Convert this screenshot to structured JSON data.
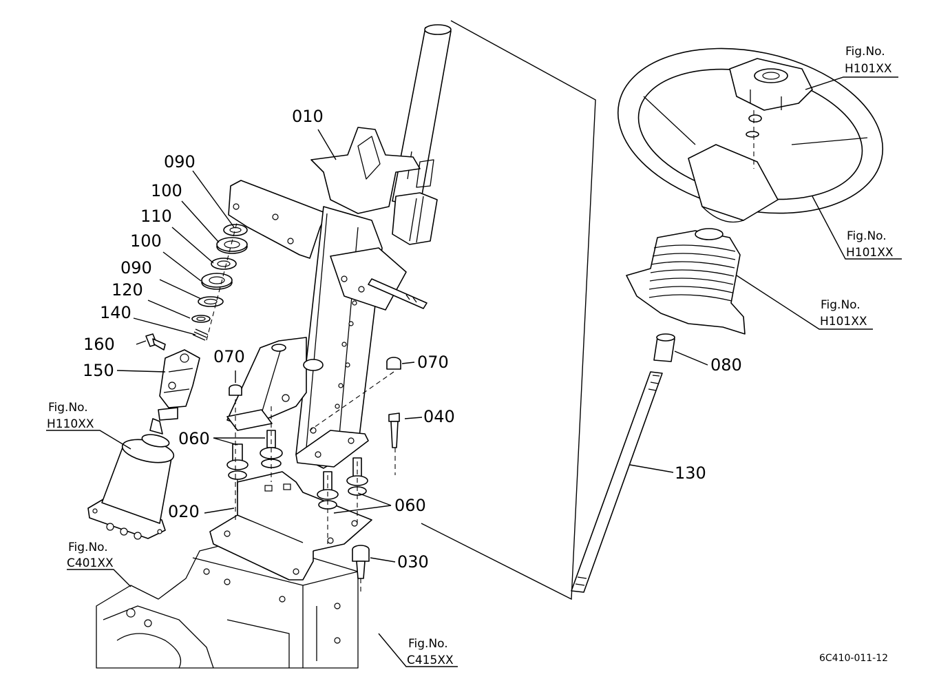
{
  "diagram": {
    "part_labels": {
      "p010": "010",
      "p090a": "090",
      "p100a": "100",
      "p110": "110",
      "p100b": "100",
      "p090b": "090",
      "p120": "120",
      "p140": "140",
      "p160": "160",
      "p150": "150",
      "p070a": "070",
      "p070b": "070",
      "p040": "040",
      "p060a": "060",
      "p060b": "060",
      "p020": "020",
      "p030": "030",
      "p080": "080",
      "p130": "130"
    },
    "figure_refs": {
      "fig_h110": {
        "title": "Fig.No.",
        "code": "H110XX"
      },
      "fig_c401": {
        "title": "Fig.No.",
        "code": "C401XX"
      },
      "fig_c415": {
        "title": "Fig.No.",
        "code": "C415XX"
      },
      "fig_h101_top": {
        "title": "Fig.No.",
        "code": "H101XX"
      },
      "fig_h101_mid": {
        "title": "Fig.No.",
        "code": "H101XX"
      },
      "fig_h101_low": {
        "title": "Fig.No.",
        "code": "H101XX"
      }
    },
    "drawing_code": "6C410-011-12"
  }
}
